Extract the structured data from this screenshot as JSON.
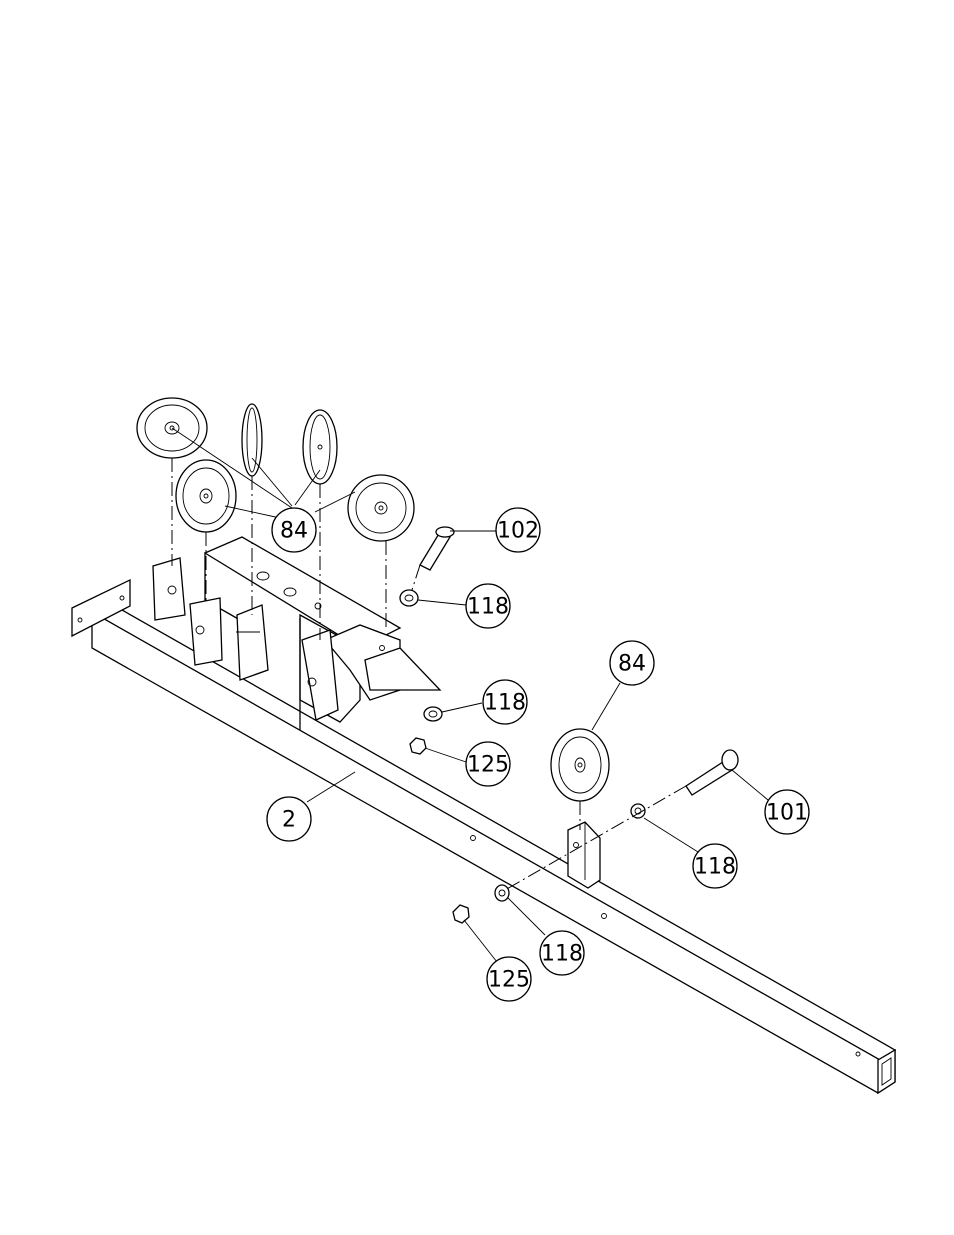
{
  "callouts": [
    {
      "id": "c84a",
      "label": "84"
    },
    {
      "id": "c102",
      "label": "102"
    },
    {
      "id": "c118a",
      "label": "118"
    },
    {
      "id": "c118b",
      "label": "118"
    },
    {
      "id": "c125a",
      "label": "125"
    },
    {
      "id": "c84b",
      "label": "84"
    },
    {
      "id": "c101",
      "label": "101"
    },
    {
      "id": "c2",
      "label": "2"
    },
    {
      "id": "c118c",
      "label": "118"
    },
    {
      "id": "c118d",
      "label": "118"
    },
    {
      "id": "c125b",
      "label": "125"
    }
  ]
}
